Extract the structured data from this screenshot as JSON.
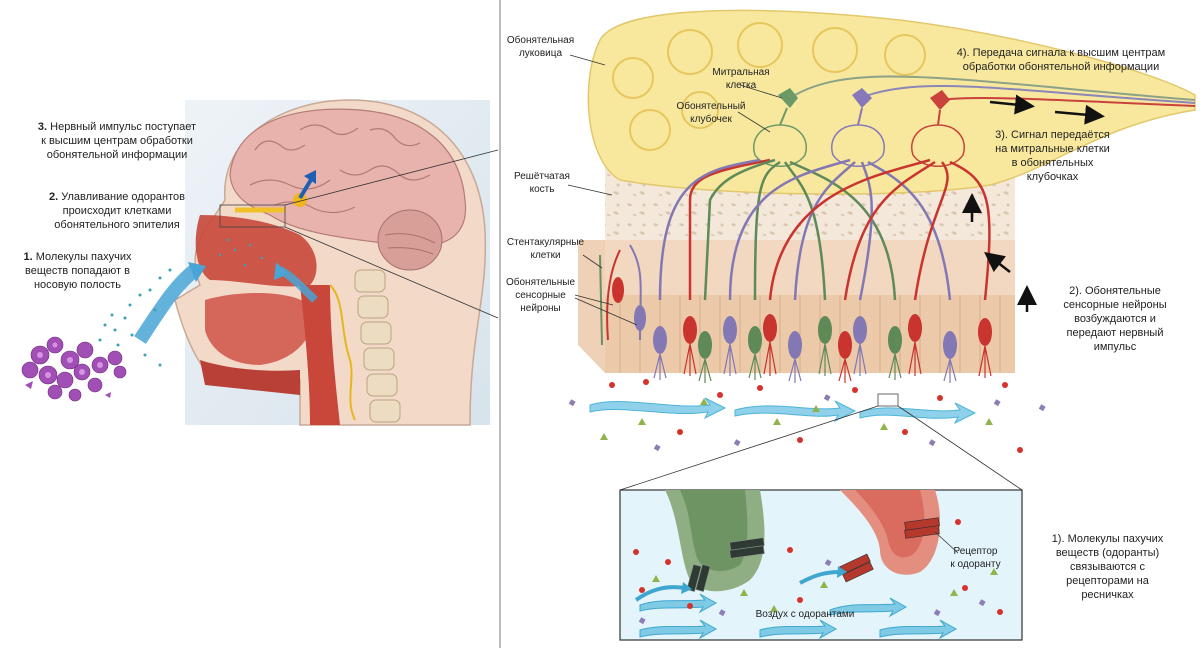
{
  "left_panel": {
    "step3": {
      "num": "3.",
      "text": " Нервный импульс поступает\nк высшим центрам обработки\nобонятельной информации"
    },
    "step2": {
      "num": "2.",
      "text": " Улавливание одорантов\nпроисходит клетками\nобонятельного эпителия"
    },
    "step1": {
      "num": "1.",
      "text": " Молекулы пахучих\nвеществ попадают в\nносовую полость"
    }
  },
  "right_panel": {
    "olfactory_bulb": "Обонятельная\nлуковица",
    "mitral_cell": "Митральная\nклетка",
    "glomerulus": "Обонятельный\nклубочек",
    "cribriform_bone": "Решётчатая\nкость",
    "sustentacular_cells": "Стентакулярные\nклетки",
    "sensory_neurons": "Обонятельные\nсенсорные\nнейроны",
    "step4": "4). Передача сигнала к высшим центрам\nобработки обонятельной информации",
    "step3": "3). Сигнал передаётся\nна митральные клетки\nв обонятельных\nклубочках",
    "step2": "2). Обонятельные\nсенсорные нейроны\nвозбуждаются и\nпередают нервный\nимпульс",
    "step1": "1). Молекулы пахучих\nвеществ  (одоранты)\nсвязываются с\nрецепторами на\nресничках",
    "receptor": "Рецептор\nк одоранту",
    "air": "Воздух с одорантами"
  },
  "colors": {
    "bulb": "#f7e79a",
    "bone": "#f2e6d6",
    "epithelium": "#f0d0b4",
    "red_neuron": "#c9342e",
    "green_neuron": "#5f8a57",
    "purple_neuron": "#8378b3",
    "air_flow": "#4fb4d8",
    "inset_bg": "#e3f4fb"
  }
}
